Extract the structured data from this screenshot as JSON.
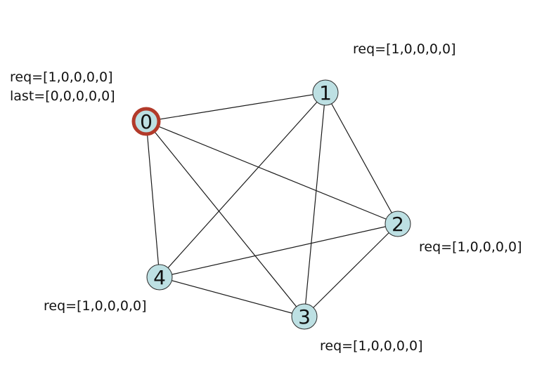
{
  "colors": {
    "node_fill": "#bde0e3",
    "node_stroke": "#2a2a2a",
    "token_ring": "#b23a2a",
    "edge": "#1a1a1a"
  },
  "nodes": [
    {
      "id": "0",
      "label": "0",
      "holds_token": true
    },
    {
      "id": "1",
      "label": "1",
      "holds_token": false
    },
    {
      "id": "2",
      "label": "2",
      "holds_token": false
    },
    {
      "id": "3",
      "label": "3",
      "holds_token": false
    },
    {
      "id": "4",
      "label": "4",
      "holds_token": false
    }
  ],
  "edges": [
    [
      "0",
      "1"
    ],
    [
      "0",
      "2"
    ],
    [
      "0",
      "3"
    ],
    [
      "0",
      "4"
    ],
    [
      "1",
      "2"
    ],
    [
      "1",
      "3"
    ],
    [
      "1",
      "4"
    ],
    [
      "2",
      "3"
    ],
    [
      "2",
      "4"
    ],
    [
      "3",
      "4"
    ]
  ],
  "annotations": {
    "node0": {
      "req": "req=[1,0,0,0,0]",
      "last": "last=[0,0,0,0,0]"
    },
    "node1": {
      "req": "req=[1,0,0,0,0]"
    },
    "node2": {
      "req": "req=[1,0,0,0,0]"
    },
    "node3": {
      "req": "req=[1,0,0,0,0]"
    },
    "node4": {
      "req": "req=[1,0,0,0,0]"
    }
  }
}
